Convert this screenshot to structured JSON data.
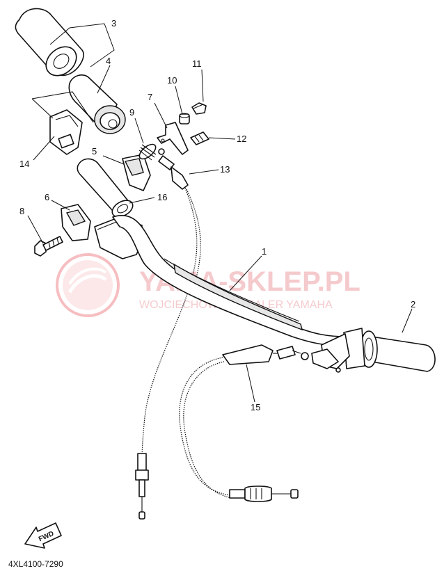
{
  "watermark": {
    "title": "YAMA-SKLEP.PL",
    "subtitle": "WOJCIECHOWSKI DEALER YAMAHA",
    "logo_color": "#e8484f"
  },
  "diagram_code": "4XL4100-7290",
  "fwd_label": "FWD",
  "callouts": [
    "1",
    "2",
    "3",
    "4",
    "5",
    "6",
    "7",
    "8",
    "9",
    "10",
    "11",
    "12",
    "13",
    "14",
    "15",
    "16"
  ]
}
